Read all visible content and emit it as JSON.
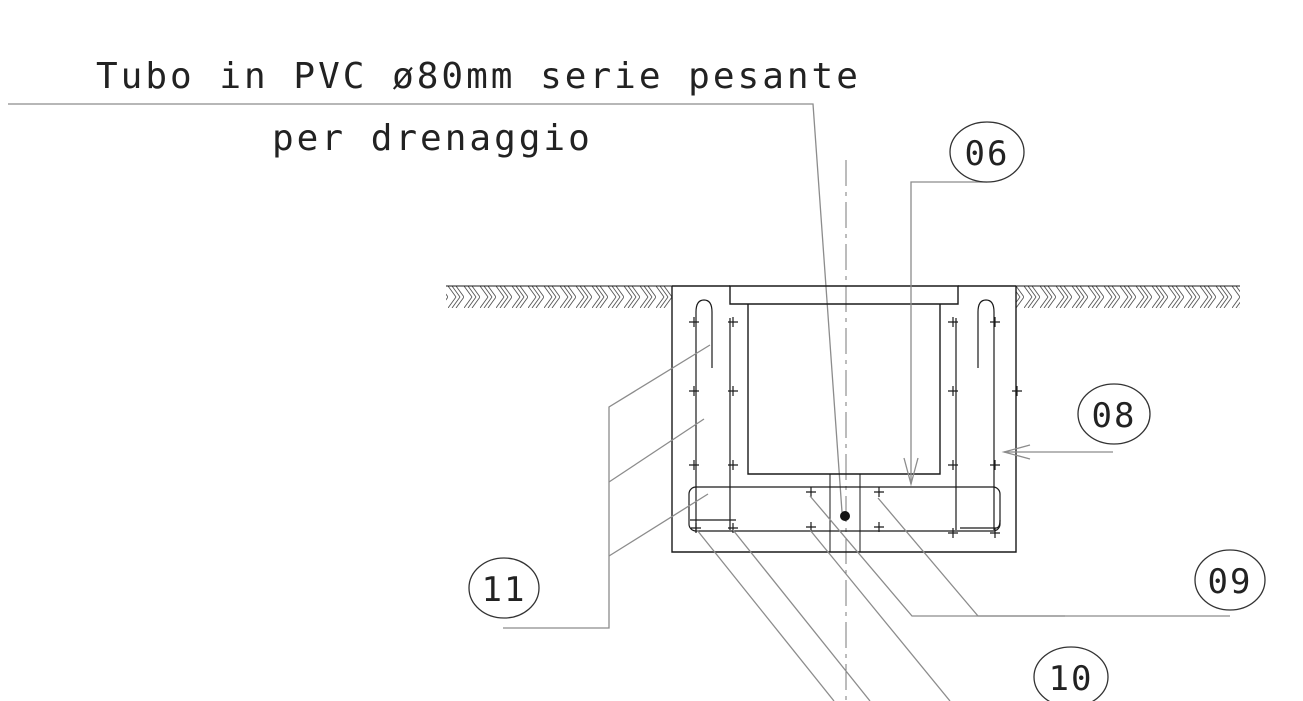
{
  "annotation": {
    "line1": "Tubo in PVC ø80mm serie pesante",
    "line2": "per drenaggio"
  },
  "callouts": {
    "c06": "06",
    "c08": "08",
    "c09": "09",
    "c10": "10",
    "c11": "11"
  }
}
